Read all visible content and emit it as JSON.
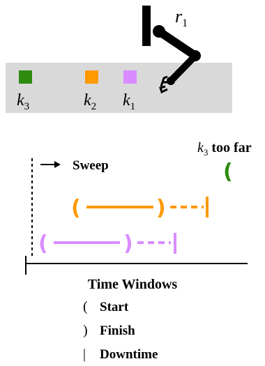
{
  "robot": {
    "label": "r",
    "subscript": "1"
  },
  "items": [
    {
      "label": "k",
      "subscript": "3",
      "color": "#2e8b10"
    },
    {
      "label": "k",
      "subscript": "2",
      "color": "#ff9900"
    },
    {
      "label": "k",
      "subscript": "1",
      "color": "#d98cff"
    }
  ],
  "note": {
    "label": "k",
    "subscript": "3",
    "suffix": " too far"
  },
  "sweep": {
    "label": "Sweep"
  },
  "axis": {
    "title": "Time Windows"
  },
  "legend": [
    {
      "symbol": "(",
      "label": "Start"
    },
    {
      "symbol": ")",
      "label": "Finish"
    },
    {
      "symbol": "|",
      "label": "Downtime"
    }
  ],
  "colors": {
    "conveyor": "#d9d9d9",
    "orange": "#ff9900",
    "violet": "#d98cff",
    "green": "#2e8b10",
    "ink": "#000000"
  }
}
